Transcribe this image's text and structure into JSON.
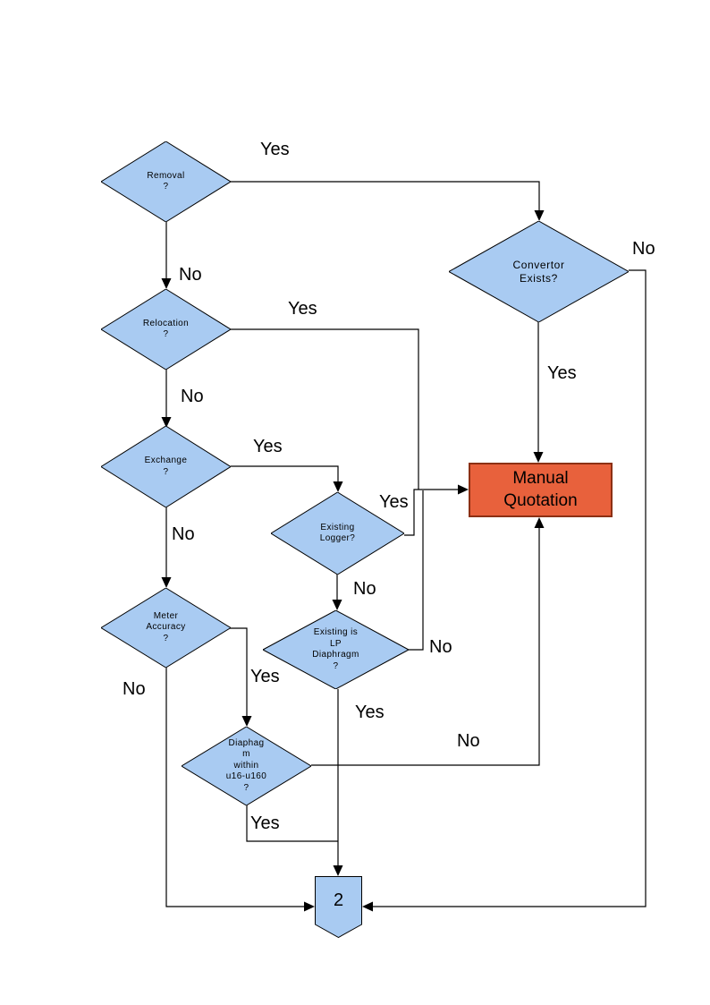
{
  "diagram": {
    "type": "flowchart",
    "colors": {
      "decision_fill": "#A9CBF2",
      "shape_border": "#000000",
      "terminal_fill": "#E8613C",
      "terminal_border": "#8C3014",
      "line_color": "#000000"
    },
    "nodes": {
      "removal": {
        "label": "Removal\n?",
        "shape": "decision"
      },
      "relocation": {
        "label": "Relocation\n?",
        "shape": "decision"
      },
      "exchange": {
        "label": "Exchange\n?",
        "shape": "decision"
      },
      "meter_accuracy": {
        "label": "Meter\nAccuracy\n?",
        "shape": "decision"
      },
      "convertor_exists": {
        "label": "Convertor\nExists?",
        "shape": "decision"
      },
      "existing_logger": {
        "label": "Existing\nLogger?",
        "shape": "decision"
      },
      "existing_lp_diaphragm": {
        "label": "Existing is\nLP\nDiaphragm\n?",
        "shape": "decision"
      },
      "diaphragm_within_range": {
        "label": "Diaphag\nm\nwithin\nu16-u160\n?",
        "shape": "decision"
      },
      "manual_quotation": {
        "label": "Manual\nQuotation",
        "shape": "process"
      },
      "offpage_connector": {
        "label": "2",
        "shape": "off-page-connector"
      }
    },
    "edge_labels": {
      "removal_yes": "Yes",
      "removal_no": "No",
      "convertor_no": "No",
      "convertor_yes": "Yes",
      "relocation_yes": "Yes",
      "relocation_no": "No",
      "exchange_yes": "Yes",
      "exchange_no": "No",
      "existing_logger_yes": "Yes",
      "existing_logger_no": "No",
      "lp_diaphragm_no": "No",
      "lp_diaphragm_yes": "Yes",
      "meter_accuracy_yes": "Yes",
      "meter_accuracy_no": "No",
      "diaphragm_no": "No",
      "diaphragm_yes": "Yes"
    }
  }
}
